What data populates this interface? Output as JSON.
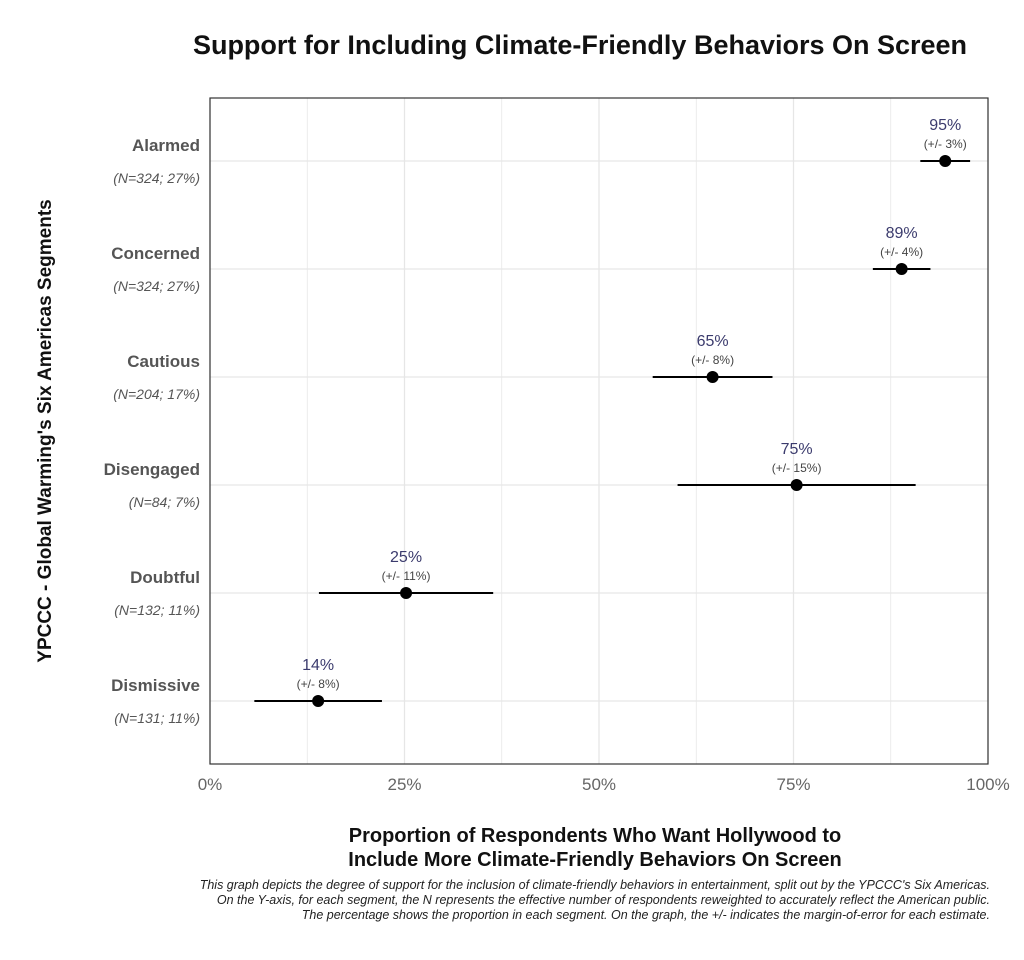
{
  "chart_data": {
    "type": "scatter",
    "title": "Support for Including Climate-Friendly Behaviors On Screen",
    "xlabel_lines": [
      "Proportion of Respondents Who Want Hollywood to",
      "Include More Climate-Friendly Behaviors On Screen"
    ],
    "ylabel": "YPCCC - Global Warming's Six Americas Segments",
    "xlim": [
      0,
      100
    ],
    "x_ticks": [
      0,
      25,
      50,
      75,
      100
    ],
    "x_tick_labels": [
      "0%",
      "25%",
      "50%",
      "75%",
      "100%"
    ],
    "grid": true,
    "series": [
      {
        "points": [
          {
            "segment": "Alarmed",
            "n_label": "(N=324; 27%)",
            "value": 94.5,
            "moe": 3.2,
            "value_label": "95%",
            "moe_label": "(+/- 3%)"
          },
          {
            "segment": "Concerned",
            "n_label": "(N=324; 27%)",
            "value": 88.9,
            "moe": 3.7,
            "value_label": "89%",
            "moe_label": "(+/- 4%)"
          },
          {
            "segment": "Cautious",
            "n_label": "(N=204; 17%)",
            "value": 64.6,
            "moe": 7.7,
            "value_label": "65%",
            "moe_label": "(+/- 8%)"
          },
          {
            "segment": "Disengaged",
            "n_label": "(N=84; 7%)",
            "value": 75.4,
            "moe": 15.3,
            "value_label": "75%",
            "moe_label": "(+/- 15%)"
          },
          {
            "segment": "Doubtful",
            "n_label": "(N=132; 11%)",
            "value": 25.2,
            "moe": 11.2,
            "value_label": "25%",
            "moe_label": "(+/- 11%)"
          },
          {
            "segment": "Dismissive",
            "n_label": "(N=131; 11%)",
            "value": 13.9,
            "moe": 8.2,
            "value_label": "14%",
            "moe_label": "(+/- 8%)"
          }
        ]
      }
    ]
  },
  "caption_lines": [
    "This graph depicts the degree of support for the inclusion of climate-friendly behaviors in entertainment, split out by the YPCCC's Six Americas.",
    "On the Y-axis, for each segment, the N represents the effective number of respondents reweighted to accurately reflect the American public.",
    "The percentage shows the proportion in each segment. On the graph, the +/- indicates the margin-of-error for each estimate."
  ],
  "colors": {
    "value_label": "#3b3b6d",
    "moe_label": "#444444",
    "point": "#000000",
    "grid": "#e6e6e6",
    "panel_border": "#333333",
    "segment_label": "#555555",
    "n_label": "#555555",
    "tick_label": "#666666"
  }
}
